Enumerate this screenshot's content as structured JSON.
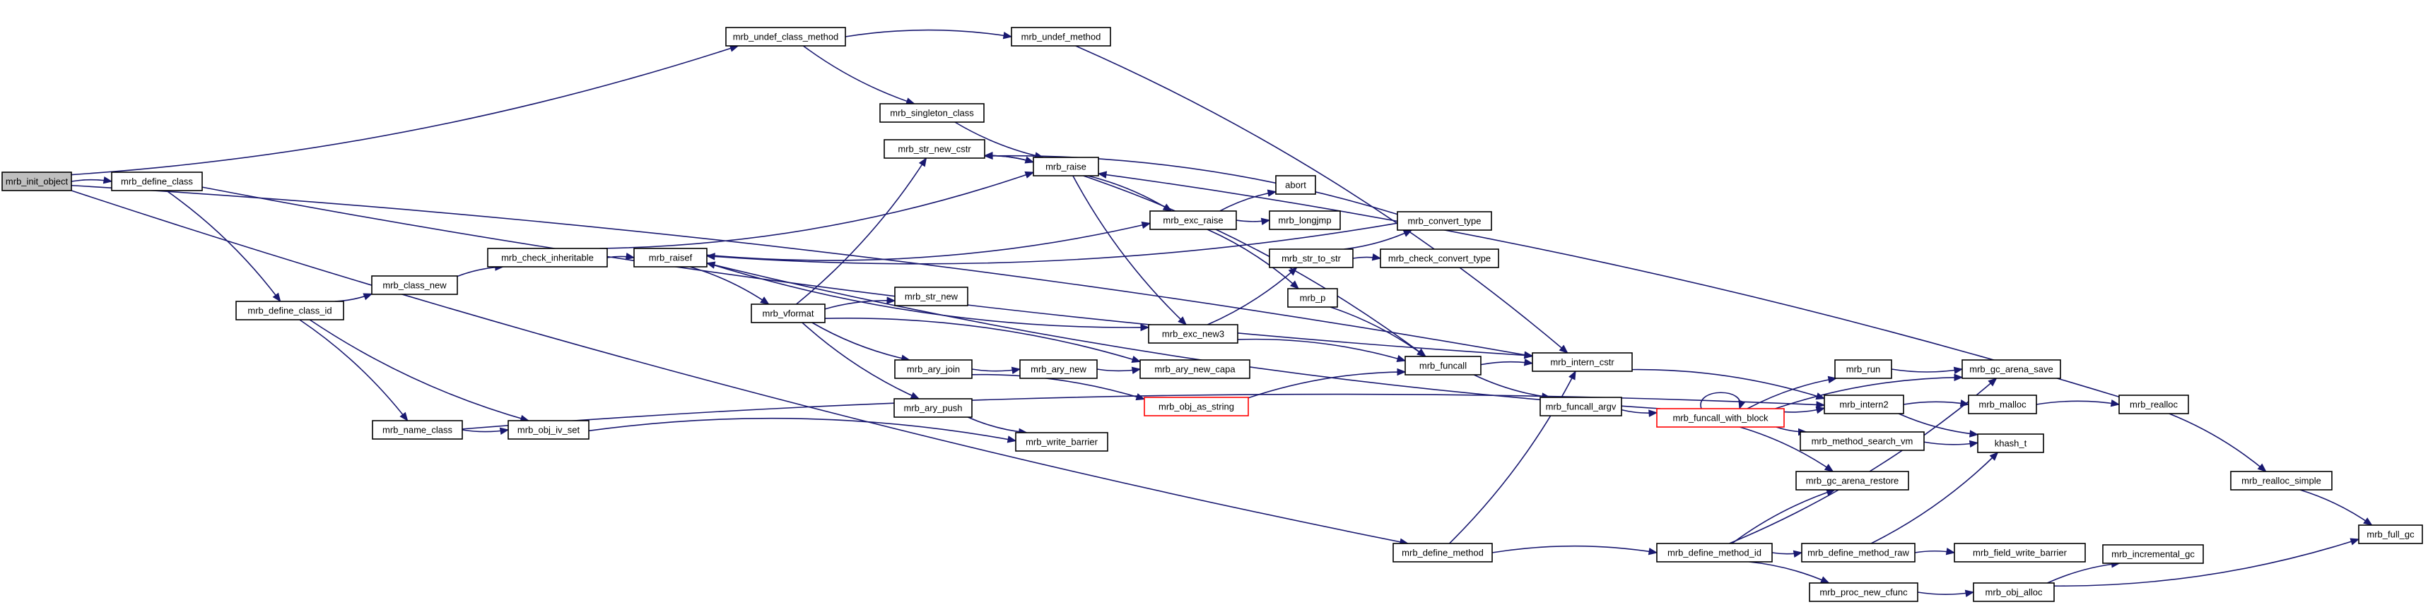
{
  "graph": {
    "title": "",
    "colors": {
      "edge": "#191970",
      "root_fill": "#bfbfbf",
      "node_fill": "#ffffff",
      "node_border": "#000000",
      "truncated_border": "#ff0000"
    },
    "nodes": [
      {
        "id": "n0",
        "label": "mrb_init_object",
        "root": true
      },
      {
        "id": "n1",
        "label": "mrb_define_class"
      },
      {
        "id": "n2",
        "label": "mrb_undef_class_method"
      },
      {
        "id": "n3",
        "label": "mrb_undef_method"
      },
      {
        "id": "n4",
        "label": "mrb_singleton_class"
      },
      {
        "id": "n5",
        "label": "mrb_str_new_cstr"
      },
      {
        "id": "n6",
        "label": "mrb_raise"
      },
      {
        "id": "n7",
        "label": "mrb_define_class_id"
      },
      {
        "id": "n8",
        "label": "mrb_class_new"
      },
      {
        "id": "n9",
        "label": "mrb_check_inheritable"
      },
      {
        "id": "n10",
        "label": "mrb_raisef"
      },
      {
        "id": "n11",
        "label": "mrb_exc_raise"
      },
      {
        "id": "n12",
        "label": "abort"
      },
      {
        "id": "n13",
        "label": "mrb_longjmp"
      },
      {
        "id": "n14",
        "label": "mrb_convert_type"
      },
      {
        "id": "n15",
        "label": "mrb_str_to_str"
      },
      {
        "id": "n16",
        "label": "mrb_check_convert_type"
      },
      {
        "id": "n17",
        "label": "mrb_vformat"
      },
      {
        "id": "n18",
        "label": "mrb_str_new"
      },
      {
        "id": "n19",
        "label": "mrb_p"
      },
      {
        "id": "n20",
        "label": "mrb_exc_new3"
      },
      {
        "id": "n21",
        "label": "mrb_ary_join"
      },
      {
        "id": "n22",
        "label": "mrb_ary_new"
      },
      {
        "id": "n23",
        "label": "mrb_ary_new_capa"
      },
      {
        "id": "n24",
        "label": "mrb_obj_as_string",
        "truncated": true
      },
      {
        "id": "n25",
        "label": "mrb_ary_push"
      },
      {
        "id": "n26",
        "label": "mrb_write_barrier"
      },
      {
        "id": "n27",
        "label": "mrb_funcall"
      },
      {
        "id": "n28",
        "label": "mrb_intern_cstr"
      },
      {
        "id": "n29",
        "label": "mrb_funcall_argv"
      },
      {
        "id": "n30",
        "label": "mrb_funcall_with_block",
        "truncated": true
      },
      {
        "id": "n31",
        "label": "mrb_run"
      },
      {
        "id": "n32",
        "label": "mrb_intern2"
      },
      {
        "id": "n33",
        "label": "mrb_gc_arena_save"
      },
      {
        "id": "n34",
        "label": "mrb_malloc"
      },
      {
        "id": "n35",
        "label": "mrb_realloc"
      },
      {
        "id": "n36",
        "label": "mrb_method_search_vm"
      },
      {
        "id": "n37",
        "label": "khash_t"
      },
      {
        "id": "n38",
        "label": "mrb_gc_arena_restore"
      },
      {
        "id": "n39",
        "label": "mrb_name_class"
      },
      {
        "id": "n40",
        "label": "mrb_obj_iv_set"
      },
      {
        "id": "n41",
        "label": "mrb_define_method"
      },
      {
        "id": "n42",
        "label": "mrb_define_method_id"
      },
      {
        "id": "n43",
        "label": "mrb_define_method_raw"
      },
      {
        "id": "n44",
        "label": "mrb_field_write_barrier"
      },
      {
        "id": "n45",
        "label": "mrb_proc_new_cfunc"
      },
      {
        "id": "n46",
        "label": "mrb_obj_alloc"
      },
      {
        "id": "n47",
        "label": "mrb_incremental_gc"
      },
      {
        "id": "n48",
        "label": "mrb_realloc_simple"
      },
      {
        "id": "n49",
        "label": "mrb_full_gc"
      }
    ],
    "edges": [
      [
        "n0",
        "n1"
      ],
      [
        "n0",
        "n2"
      ],
      [
        "n0",
        "n28"
      ],
      [
        "n0",
        "n41"
      ],
      [
        "n1",
        "n7"
      ],
      [
        "n1",
        "n28"
      ],
      [
        "n2",
        "n3"
      ],
      [
        "n2",
        "n4"
      ],
      [
        "n3",
        "n28"
      ],
      [
        "n4",
        "n6"
      ],
      [
        "n5",
        "n6"
      ],
      [
        "n6",
        "n5"
      ],
      [
        "n6",
        "n11"
      ],
      [
        "n6",
        "n20"
      ],
      [
        "n6",
        "n27"
      ],
      [
        "n7",
        "n8"
      ],
      [
        "n7",
        "n39"
      ],
      [
        "n7",
        "n40"
      ],
      [
        "n8",
        "n9"
      ],
      [
        "n9",
        "n6"
      ],
      [
        "n9",
        "n10"
      ],
      [
        "n10",
        "n11"
      ],
      [
        "n10",
        "n17"
      ],
      [
        "n10",
        "n20"
      ],
      [
        "n11",
        "n12"
      ],
      [
        "n11",
        "n13"
      ],
      [
        "n11",
        "n19"
      ],
      [
        "n14",
        "n5"
      ],
      [
        "n14",
        "n10"
      ],
      [
        "n15",
        "n14"
      ],
      [
        "n15",
        "n16"
      ],
      [
        "n17",
        "n5"
      ],
      [
        "n17",
        "n18"
      ],
      [
        "n17",
        "n21"
      ],
      [
        "n17",
        "n23"
      ],
      [
        "n17",
        "n25"
      ],
      [
        "n19",
        "n27"
      ],
      [
        "n20",
        "n15"
      ],
      [
        "n20",
        "n27"
      ],
      [
        "n21",
        "n22"
      ],
      [
        "n21",
        "n24"
      ],
      [
        "n22",
        "n23"
      ],
      [
        "n24",
        "n27"
      ],
      [
        "n25",
        "n26"
      ],
      [
        "n27",
        "n28"
      ],
      [
        "n27",
        "n29"
      ],
      [
        "n28",
        "n32"
      ],
      [
        "n29",
        "n30"
      ],
      [
        "n30",
        "n10"
      ],
      [
        "n30",
        "n30"
      ],
      [
        "n30",
        "n31"
      ],
      [
        "n30",
        "n32"
      ],
      [
        "n30",
        "n33"
      ],
      [
        "n30",
        "n36"
      ],
      [
        "n30",
        "n38"
      ],
      [
        "n31",
        "n33"
      ],
      [
        "n32",
        "n34"
      ],
      [
        "n32",
        "n37"
      ],
      [
        "n34",
        "n35"
      ],
      [
        "n35",
        "n6"
      ],
      [
        "n35",
        "n48"
      ],
      [
        "n36",
        "n37"
      ],
      [
        "n39",
        "n32"
      ],
      [
        "n39",
        "n40"
      ],
      [
        "n40",
        "n26"
      ],
      [
        "n41",
        "n28"
      ],
      [
        "n41",
        "n42"
      ],
      [
        "n42",
        "n33"
      ],
      [
        "n42",
        "n38"
      ],
      [
        "n42",
        "n43"
      ],
      [
        "n42",
        "n45"
      ],
      [
        "n43",
        "n37"
      ],
      [
        "n43",
        "n44"
      ],
      [
        "n45",
        "n46"
      ],
      [
        "n46",
        "n47"
      ],
      [
        "n46",
        "n49"
      ],
      [
        "n48",
        "n49"
      ]
    ]
  }
}
